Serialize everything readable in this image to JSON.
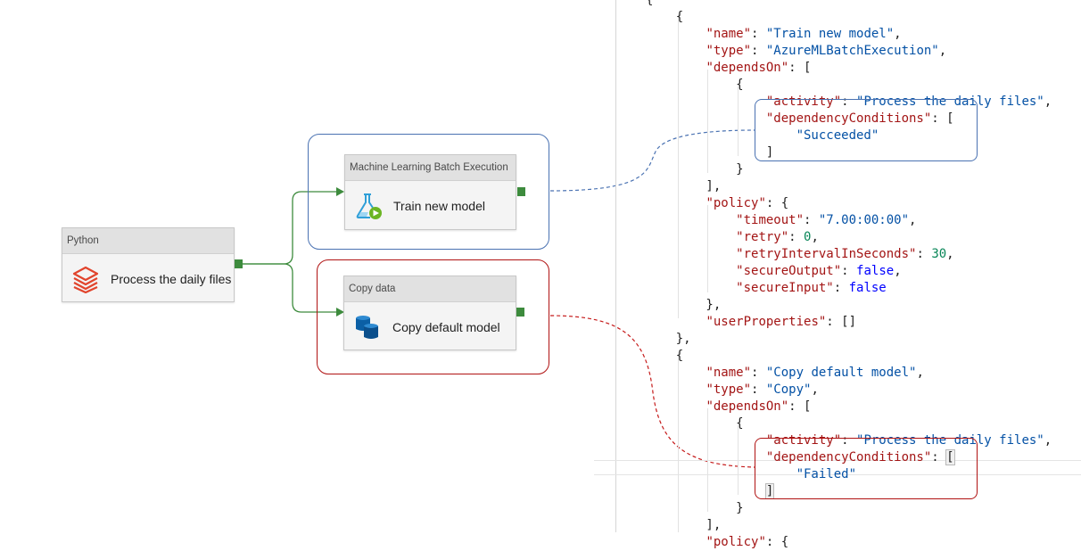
{
  "pipeline": {
    "python": {
      "type_label": "Python",
      "name": "Process the daily files",
      "icon": "stacked-layers-icon",
      "color": "#e1442c"
    },
    "train": {
      "type_label": "Machine Learning Batch Execution",
      "name": "Train new model",
      "icon": "flask-play-icon",
      "color": "#2f9fd8"
    },
    "copy": {
      "type_label": "Copy data",
      "name": "Copy default model",
      "icon": "database-icon",
      "color": "#0b5fa5"
    },
    "colors": {
      "success_port": "#3d8b3d",
      "success_highlight": "#4a72b2",
      "failure_highlight": "#b01212"
    }
  },
  "code": {
    "lines": [
      [
        [
          "p",
          "{"
        ]
      ],
      [
        [
          "p",
          "    {"
        ]
      ],
      [
        [
          "p",
          "        "
        ],
        [
          "k",
          "\"name\""
        ],
        [
          "p",
          ": "
        ],
        [
          "s",
          "\"Train new model\""
        ],
        [
          "p",
          ","
        ]
      ],
      [
        [
          "p",
          "        "
        ],
        [
          "k",
          "\"type\""
        ],
        [
          "p",
          ": "
        ],
        [
          "s",
          "\"AzureMLBatchExecution\""
        ],
        [
          "p",
          ","
        ]
      ],
      [
        [
          "p",
          "        "
        ],
        [
          "k",
          "\"dependsOn\""
        ],
        [
          "p",
          ": ["
        ]
      ],
      [
        [
          "p",
          "            {"
        ]
      ],
      [
        [
          "p",
          "                "
        ],
        [
          "k",
          "\"activity\""
        ],
        [
          "p",
          ": "
        ],
        [
          "s",
          "\"Process the daily files\""
        ],
        [
          "p",
          ","
        ]
      ],
      [
        [
          "p",
          "                "
        ],
        [
          "k",
          "\"dependencyConditions\""
        ],
        [
          "p",
          ": ["
        ]
      ],
      [
        [
          "p",
          "                    "
        ],
        [
          "s",
          "\"Succeeded\""
        ]
      ],
      [
        [
          "p",
          "                ]"
        ]
      ],
      [
        [
          "p",
          "            }"
        ]
      ],
      [
        [
          "p",
          "        ],"
        ]
      ],
      [
        [
          "p",
          "        "
        ],
        [
          "k",
          "\"policy\""
        ],
        [
          "p",
          ": {"
        ]
      ],
      [
        [
          "p",
          "            "
        ],
        [
          "k",
          "\"timeout\""
        ],
        [
          "p",
          ": "
        ],
        [
          "s",
          "\"7.00:00:00\""
        ],
        [
          "p",
          ","
        ]
      ],
      [
        [
          "p",
          "            "
        ],
        [
          "k",
          "\"retry\""
        ],
        [
          "p",
          ": "
        ],
        [
          "n",
          "0"
        ],
        [
          "p",
          ","
        ]
      ],
      [
        [
          "p",
          "            "
        ],
        [
          "k",
          "\"retryIntervalInSeconds\""
        ],
        [
          "p",
          ": "
        ],
        [
          "n",
          "30"
        ],
        [
          "p",
          ","
        ]
      ],
      [
        [
          "p",
          "            "
        ],
        [
          "k",
          "\"secureOutput\""
        ],
        [
          "p",
          ": "
        ],
        [
          "b",
          "false"
        ],
        [
          "p",
          ","
        ]
      ],
      [
        [
          "p",
          "            "
        ],
        [
          "k",
          "\"secureInput\""
        ],
        [
          "p",
          ": "
        ],
        [
          "b",
          "false"
        ]
      ],
      [
        [
          "p",
          "        },"
        ]
      ],
      [
        [
          "p",
          "        "
        ],
        [
          "k",
          "\"userProperties\""
        ],
        [
          "p",
          ": []"
        ]
      ],
      [
        [
          "p",
          "    },"
        ]
      ],
      [
        [
          "p",
          "    {"
        ]
      ],
      [
        [
          "p",
          "        "
        ],
        [
          "k",
          "\"name\""
        ],
        [
          "p",
          ": "
        ],
        [
          "s",
          "\"Copy default model\""
        ],
        [
          "p",
          ","
        ]
      ],
      [
        [
          "p",
          "        "
        ],
        [
          "k",
          "\"type\""
        ],
        [
          "p",
          ": "
        ],
        [
          "s",
          "\"Copy\""
        ],
        [
          "p",
          ","
        ]
      ],
      [
        [
          "p",
          "        "
        ],
        [
          "k",
          "\"dependsOn\""
        ],
        [
          "p",
          ": ["
        ]
      ],
      [
        [
          "p",
          "            {"
        ]
      ],
      [
        [
          "p",
          "                "
        ],
        [
          "k",
          "\"activity\""
        ],
        [
          "p",
          ": "
        ],
        [
          "s",
          "\"Process the daily files\""
        ],
        [
          "p",
          ","
        ]
      ],
      [
        [
          "p",
          "                "
        ],
        [
          "k",
          "\"dependencyConditions\""
        ],
        [
          "p",
          ": "
        ],
        [
          "m",
          "["
        ]
      ],
      [
        [
          "p",
          "                    "
        ],
        [
          "s",
          "\"Failed\""
        ]
      ],
      [
        [
          "p",
          "                "
        ],
        [
          "m",
          "]"
        ]
      ],
      [
        [
          "p",
          "            }"
        ]
      ],
      [
        [
          "p",
          "        ],"
        ]
      ],
      [
        [
          "p",
          "        "
        ],
        [
          "k",
          "\"policy\""
        ],
        [
          "p",
          ": {"
        ]
      ]
    ]
  }
}
